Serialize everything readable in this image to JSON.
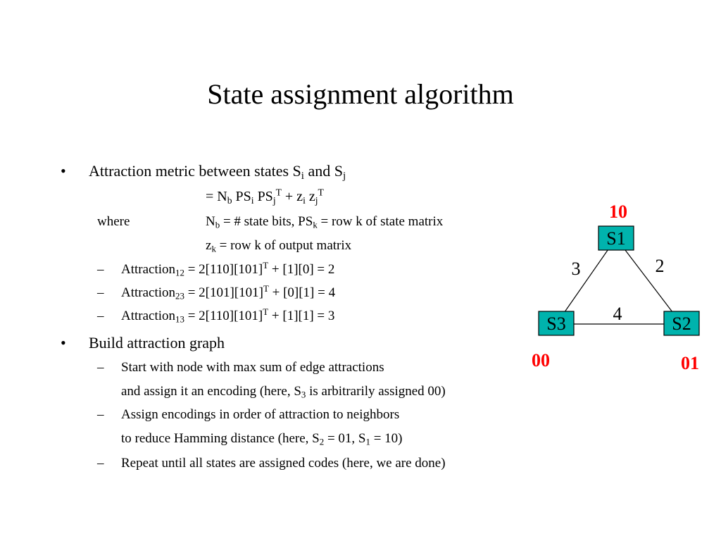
{
  "title": "State assignment algorithm",
  "bullet": "•",
  "dash": "–",
  "b1": {
    "t1": "Attraction metric between states S",
    "s1": "i",
    "t2": " and S",
    "s2": "j"
  },
  "eq": {
    "t1": "= N",
    "s1": "b",
    "t2": " PS",
    "s2": "i",
    "t3": " PS",
    "s3": "j",
    "p3": "T",
    "t4": " + z",
    "s4": "i",
    "t5": " z",
    "s5": "j",
    "p5": "T"
  },
  "where": {
    "label": "where",
    "t1": "N",
    "s1": "b",
    "t2": " = # state bits, PS",
    "s2": "k",
    "t3": " = row k of state matrix"
  },
  "where2": {
    "t1": "z",
    "s1": "k",
    "t2": " = row k of output matrix"
  },
  "a12": {
    "t1": "Attraction",
    "s1": "12",
    "t2": " = 2[110][101]",
    "p1": "T",
    "t3": " + [1][0] = 2"
  },
  "a23": {
    "t1": "Attraction",
    "s1": "23",
    "t2": " = 2[101][101]",
    "p1": "T",
    "t3": " + [0][1] = 4"
  },
  "a13": {
    "t1": "Attraction",
    "s1": "13",
    "t2": " = 2[110][101]",
    "p1": "T",
    "t3": " + [1][1] = 3"
  },
  "b2": {
    "text": "Build attraction graph"
  },
  "s1": {
    "line1": "Start with node with max sum of edge attractions",
    "l2t1": "and assign it an encoding (here, S",
    "l2s1": "3",
    "l2t2": " is arbitrarily assigned 00)"
  },
  "s2": {
    "line1": "Assign encodings in order of attraction to neighbors",
    "l2t1": "to reduce Hamming distance (here, S",
    "l2s1": "2",
    "l2t2": " = 01, S",
    "l2s2": "1",
    "l2t3": " = 10)"
  },
  "s3": {
    "line1": "Repeat until all states are assigned codes (here, we are done)"
  },
  "graph": {
    "nodes": {
      "s1": "S1",
      "s2": "S2",
      "s3": "S3"
    },
    "weights": {
      "s1_s3": "3",
      "s1_s2": "2",
      "s2_s3": "4"
    },
    "codes": {
      "s1": "10",
      "s2": "01",
      "s3": "00"
    },
    "node_fill": "#00b3ad",
    "code_color": "#ff0000"
  }
}
